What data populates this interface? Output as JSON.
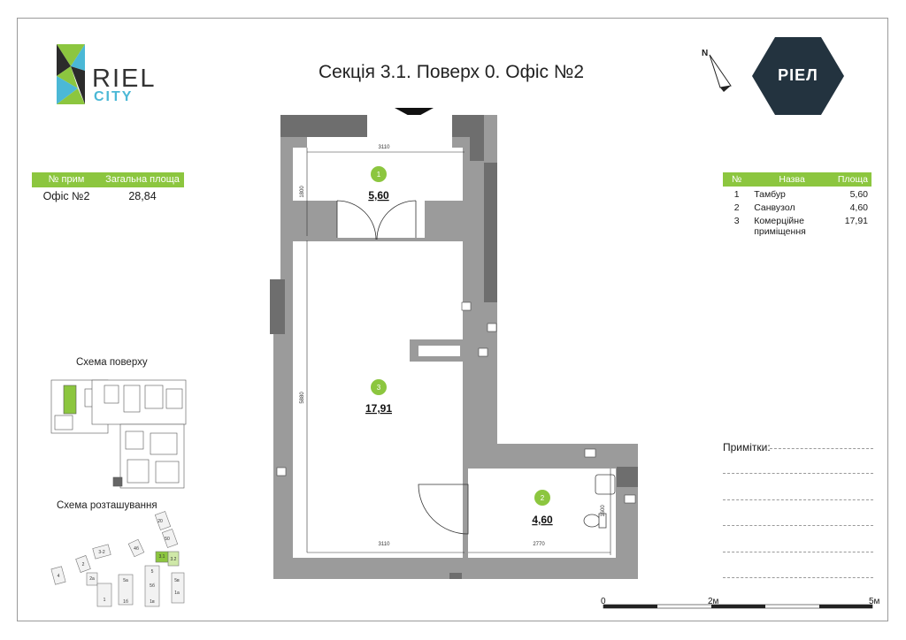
{
  "title": "Секція 3.1. Поверх 0. Офіс №2",
  "logos": {
    "riel_city_word1": "RIEL",
    "riel_city_word2": "CITY",
    "riel_badge": "РІЕЛ",
    "north_letter": "N"
  },
  "summary_table": {
    "headers": [
      "№ прим",
      "Загальна площа"
    ],
    "rows": [
      [
        "Офіс №2",
        "28,84"
      ]
    ]
  },
  "rooms_table": {
    "headers": [
      "№",
      "Назва",
      "Площа"
    ],
    "rows": [
      [
        "1",
        "Тамбур",
        "5,60"
      ],
      [
        "2",
        "Санвузол",
        "4,60"
      ],
      [
        "3",
        "Комерційне приміщення",
        "17,91"
      ]
    ]
  },
  "plan": {
    "rooms": [
      {
        "num": "1",
        "area": "5,60"
      },
      {
        "num": "3",
        "area": "17,91"
      },
      {
        "num": "2",
        "area": "4,60"
      }
    ],
    "dimensions": [
      "3110",
      "1800",
      "5880",
      "3110",
      "2770",
      "1600"
    ]
  },
  "captions": {
    "floor_scheme": "Схема поверху",
    "location_scheme": "Схема розташування"
  },
  "location_labels": [
    "20",
    "50",
    "3-2",
    "3.1",
    "3.2",
    "4",
    "2",
    "2а",
    "4б",
    "5",
    "5а",
    "5б",
    "1",
    "1б",
    "1в",
    "1а",
    "5в"
  ],
  "notes_label": "Примітки:",
  "scale": {
    "start": "0",
    "mid": "2м",
    "end": "5м"
  },
  "colors": {
    "accent": "#8cc63f",
    "wall": "#9b9b9b",
    "dark_wall": "#6e6e6e",
    "badge": "#23333f"
  }
}
